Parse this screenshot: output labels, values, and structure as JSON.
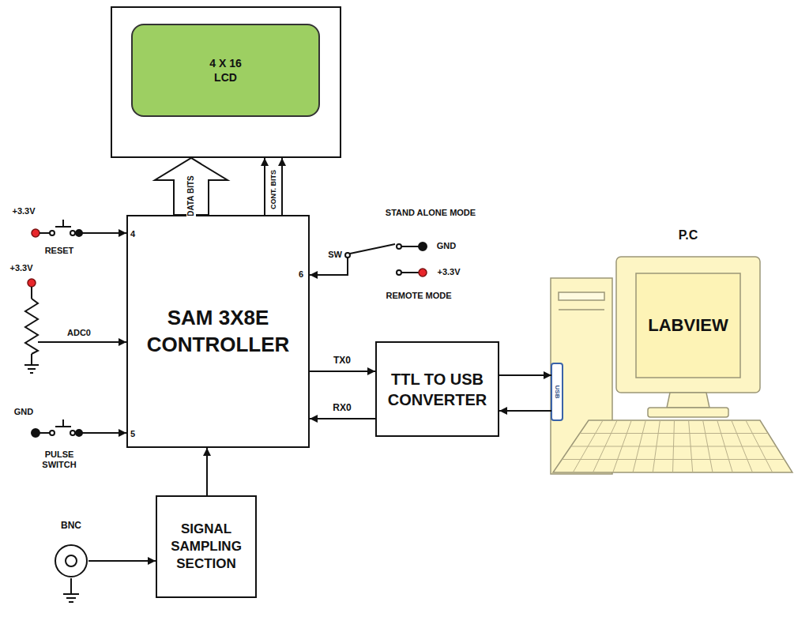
{
  "diagram": {
    "nodes": [
      {
        "text": [
          "4 X 16 LCD"
        ]
      },
      {
        "text": [
          "SAM 3X8E CONTROLLER"
        ]
      },
      {
        "text": [
          "TTL TO USB CONVERTER"
        ]
      },
      {
        "text": [
          "P.C",
          "LABVIEW"
        ]
      },
      {
        "text": [
          "BNC"
        ]
      },
      {
        "text": [
          "SIGNAL SAMPLING SECTION"
        ]
      }
    ],
    "edges": [
      {
        "from": 1,
        "to": 0,
        "label": "DATA BITS",
        "arrow": "to"
      },
      {
        "from": 1,
        "to": 0,
        "label": "CONT. BITS",
        "arrow": "to"
      },
      {
        "from": 1,
        "to": 2,
        "label": "TX0",
        "arrow": "to"
      },
      {
        "from": 2,
        "to": 1,
        "label": "RX0",
        "arrow": "to"
      },
      {
        "from": 2,
        "to": 3,
        "arrow": "to"
      },
      {
        "from": 3,
        "to": 2,
        "arrow": "to"
      },
      {
        "from": 4,
        "to": 5,
        "arrow": "to"
      },
      {
        "from": 5,
        "to": 1,
        "arrow": "to"
      }
    ],
    "labels": [
      "+3.3V",
      "RESET",
      "4",
      "+3.3V",
      "ADC0",
      "GND",
      "PULSE SWITCH",
      "5",
      "STAND ALONE MODE",
      "SW",
      "GND",
      "+3.3V",
      "REMOTE MODE",
      "6",
      "USB"
    ]
  }
}
